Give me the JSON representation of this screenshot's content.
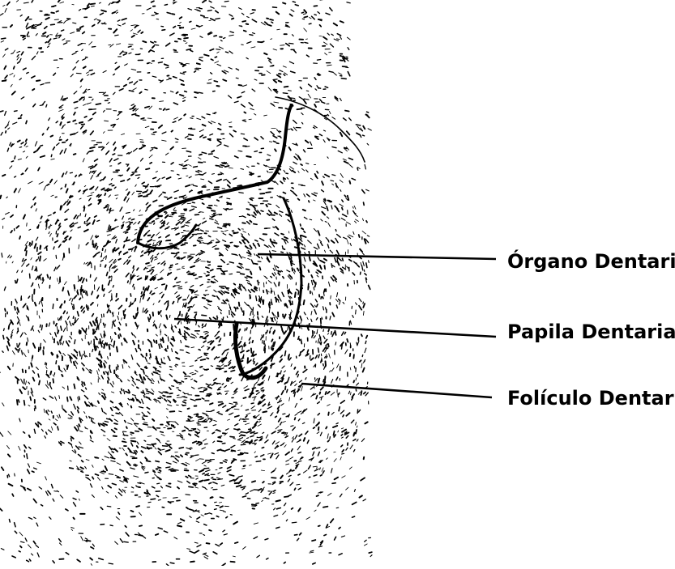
{
  "labels": [
    {
      "key": "organo",
      "text": "Órgano Dentario"
    },
    {
      "key": "papila",
      "text": "Papila Dentaria"
    },
    {
      "key": "foliculo",
      "text": "Folículo Dentario"
    }
  ],
  "colors": {
    "ink": "#000000",
    "background": "#ffffff"
  }
}
